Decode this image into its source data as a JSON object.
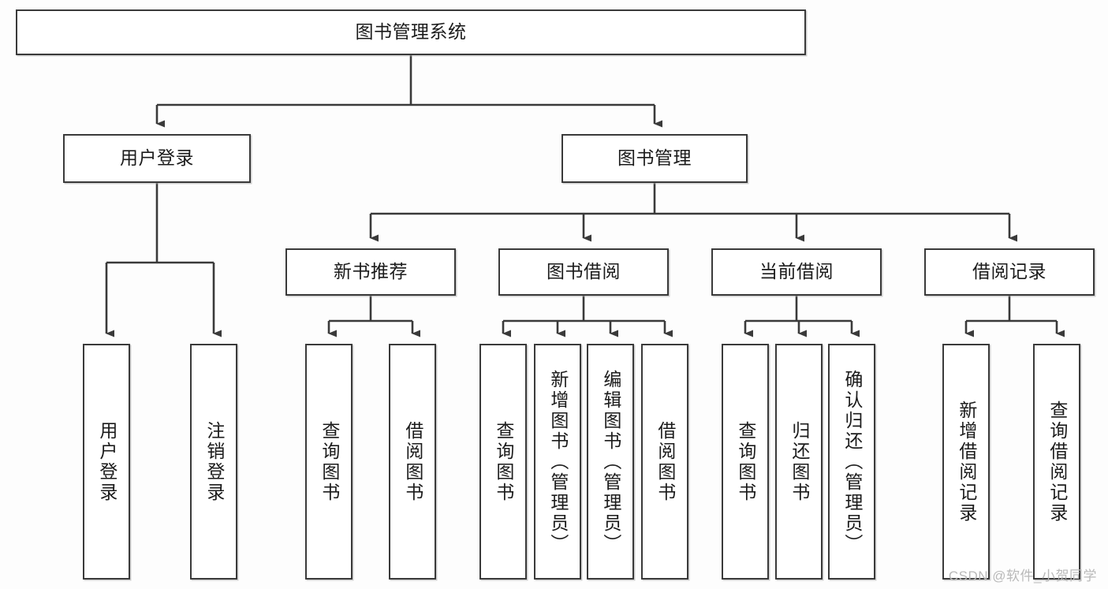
{
  "diagram": {
    "title": "图书管理系统",
    "watermark": "CSDN @软件_小贺同学",
    "colors": {
      "box_border": "#3a3a3a",
      "box_fill": "#ffffff",
      "line": "#3a3a3a",
      "text": "#1b1b1b",
      "watermark": "#b9b9b9",
      "background": "#fdfdfd"
    },
    "root": {
      "label": "图书管理系统",
      "orientation": "horizontal"
    },
    "level2": [
      {
        "label": "用户登录",
        "orientation": "horizontal"
      },
      {
        "label": "图书管理",
        "orientation": "horizontal"
      }
    ],
    "level3": [
      {
        "label": "新书推荐",
        "orientation": "horizontal"
      },
      {
        "label": "图书借阅",
        "orientation": "horizontal"
      },
      {
        "label": "当前借阅",
        "orientation": "horizontal"
      },
      {
        "label": "借阅记录",
        "orientation": "horizontal"
      }
    ],
    "leaves": {
      "user_login": [
        {
          "label": "用户登录",
          "orientation": "vertical"
        },
        {
          "label": "注销登录",
          "orientation": "vertical"
        }
      ],
      "new_book_recommend": [
        {
          "label": "查询图书",
          "orientation": "vertical"
        },
        {
          "label": "借阅图书",
          "orientation": "vertical"
        }
      ],
      "book_borrow": [
        {
          "label": "查询图书",
          "orientation": "vertical"
        },
        {
          "label": "新增图书（管理员）",
          "orientation": "vertical"
        },
        {
          "label": "编辑图书（管理员）",
          "orientation": "vertical"
        },
        {
          "label": "借阅图书",
          "orientation": "vertical"
        }
      ],
      "current_borrow": [
        {
          "label": "查询图书",
          "orientation": "vertical"
        },
        {
          "label": "归还图书",
          "orientation": "vertical"
        },
        {
          "label": "确认归还（管理员）",
          "orientation": "vertical"
        }
      ],
      "borrow_record": [
        {
          "label": "新增借阅记录",
          "orientation": "vertical"
        },
        {
          "label": "查询借阅记录",
          "orientation": "vertical"
        }
      ]
    }
  }
}
